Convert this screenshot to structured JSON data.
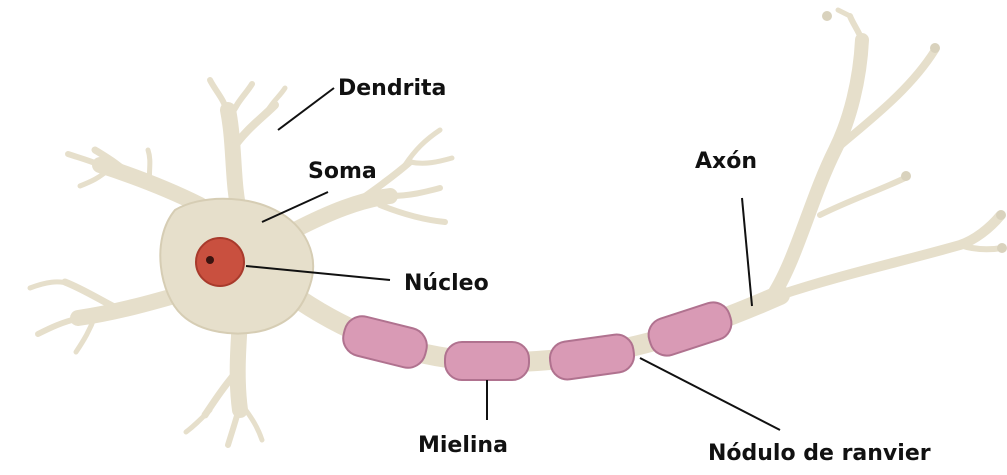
{
  "labels": {
    "dendrite": "Dendrita",
    "soma": "Soma",
    "nucleus": "Núcleo",
    "axon": "Axón",
    "myelin": "Mielina",
    "node": "Nódulo de ranvier"
  },
  "colors": {
    "cell_body": "#e6dfcb",
    "cell_outline": "#c9c0a6",
    "nucleus": "#c9503f",
    "nucleolus": "#3a1410",
    "myelin": "#d99ab5",
    "myelin_outline": "#b0728f",
    "text": "#111111"
  }
}
